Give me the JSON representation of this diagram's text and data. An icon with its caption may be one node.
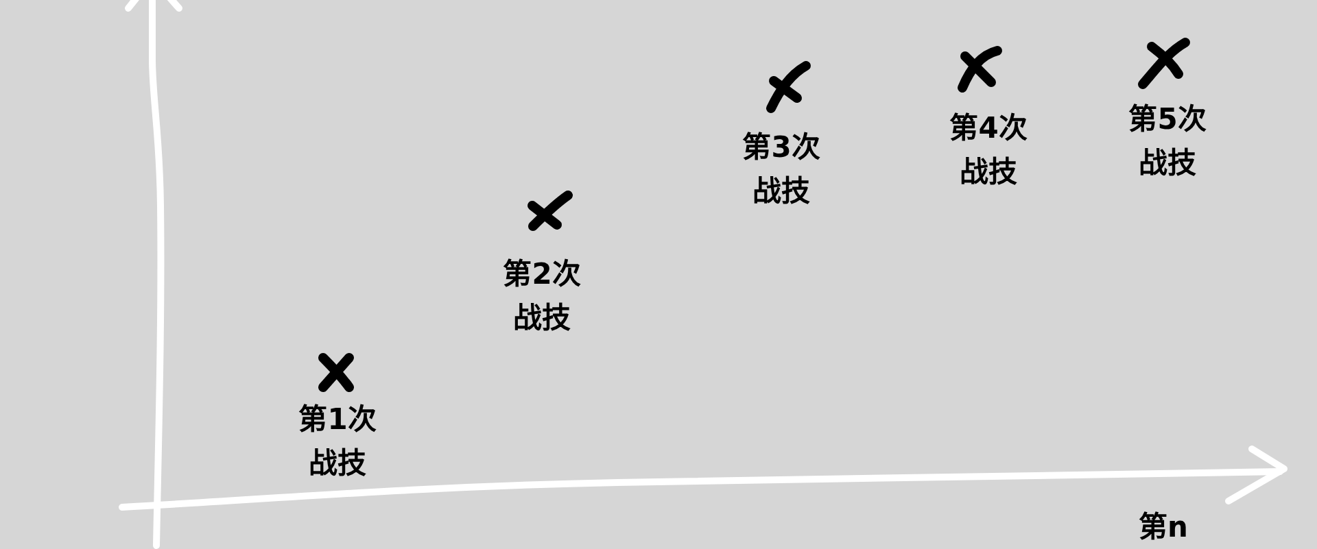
{
  "diagram": {
    "labels": [
      "第1次战技",
      "第2次战技",
      "第3次战技",
      "第4次战技",
      "第5次战技",
      "第n"
    ]
  }
}
